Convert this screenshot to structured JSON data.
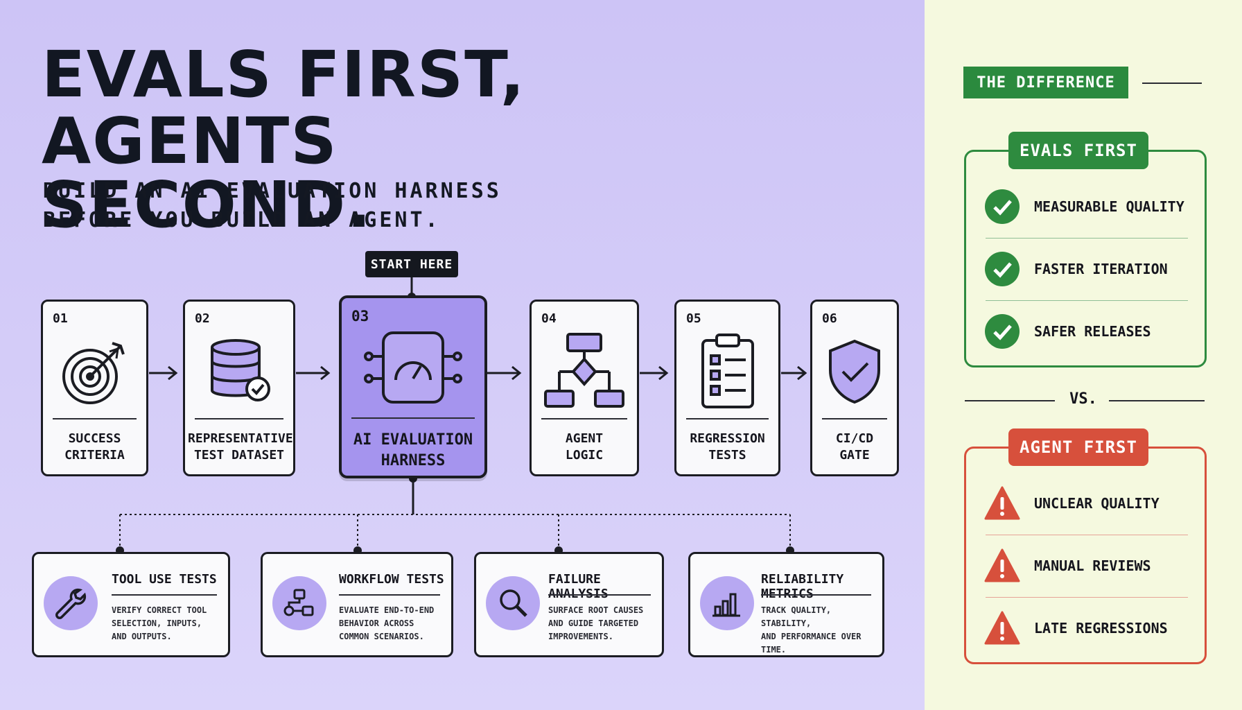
{
  "header": {
    "title_line1": "EVALS FIRST,",
    "title_line2": "AGENTS SECOND.",
    "subtitle_line1": "BUILD AN AI EVALUATION HARNESS",
    "subtitle_line2": "BEFORE YOU BUILD AN AGENT."
  },
  "start_badge": "START HERE",
  "steps": [
    {
      "num": "01",
      "line1": "SUCCESS",
      "line2": "CRITERIA",
      "icon": "target-icon"
    },
    {
      "num": "02",
      "line1": "REPRESENTATIVE",
      "line2": "TEST DATASET",
      "icon": "database-check-icon"
    },
    {
      "num": "03",
      "line1": "AI EVALUATION",
      "line2": "HARNESS",
      "icon": "gauge-chip-icon"
    },
    {
      "num": "04",
      "line1": "AGENT",
      "line2": "LOGIC",
      "icon": "flowchart-icon"
    },
    {
      "num": "05",
      "line1": "REGRESSION",
      "line2": "TESTS",
      "icon": "clipboard-checklist-icon"
    },
    {
      "num": "06",
      "line1": "CI/CD",
      "line2": "GATE",
      "icon": "shield-check-icon"
    }
  ],
  "harness_parts": [
    {
      "title": "TOOL USE TESTS",
      "desc1": "VERIFY CORRECT TOOL",
      "desc2": "SELECTION, INPUTS,",
      "desc3": "AND OUTPUTS.",
      "icon": "wrench-icon"
    },
    {
      "title": "WORKFLOW TESTS",
      "desc1": "EVALUATE END-TO-END",
      "desc2": "BEHAVIOR ACROSS",
      "desc3": "COMMON SCENARIOS.",
      "icon": "workflow-icon"
    },
    {
      "title": "FAILURE ANALYSIS",
      "desc1": "SURFACE ROOT CAUSES",
      "desc2": "AND GUIDE TARGETED",
      "desc3": "IMPROVEMENTS.",
      "icon": "magnifier-icon"
    },
    {
      "title": "RELIABILITY METRICS",
      "desc1": "TRACK QUALITY, STABILITY,",
      "desc2": "AND PERFORMANCE OVER",
      "desc3": "TIME.",
      "icon": "bar-chart-icon"
    }
  ],
  "comparison": {
    "heading": "THE DIFFERENCE",
    "good_title": "EVALS FIRST",
    "good_items": [
      "MEASURABLE QUALITY",
      "FASTER ITERATION",
      "SAFER RELEASES"
    ],
    "vs": "VS.",
    "bad_title": "AGENT FIRST",
    "bad_items": [
      "UNCLEAR QUALITY",
      "MANUAL REVIEWS",
      "LATE REGRESSIONS"
    ]
  },
  "colors": {
    "left_bg": "#cdc4f6",
    "right_bg": "#f5f9df",
    "highlight": "#a594ee",
    "green": "#2e8b3f",
    "red": "#d7503c",
    "dark": "#15181f"
  }
}
